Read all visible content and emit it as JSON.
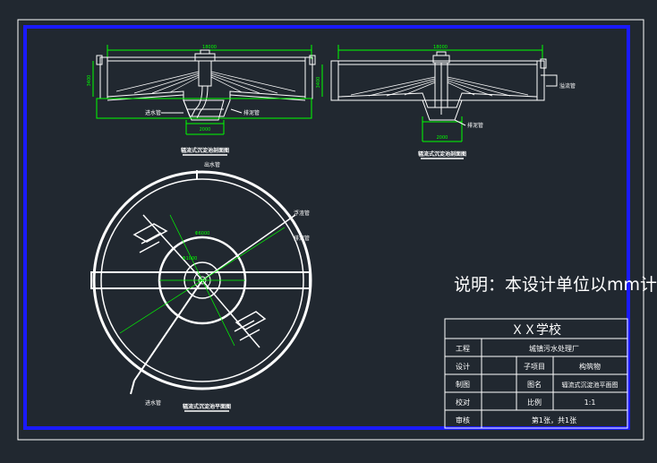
{
  "colors": {
    "background": "#212830",
    "outer_frame": "#ffffff",
    "inner_frame": "#1a1aff",
    "line": "#ffffff",
    "dimension": "#00ff00",
    "note": "#ffffff"
  },
  "note": "说明：本设计单位以mm计",
  "section_views": {
    "left_caption": "辐流式沉淀池剖面图",
    "right_caption": "辐流式沉淀池剖面图",
    "plan_caption": "辐流式沉淀池平面图"
  },
  "labels": {
    "inlet": "进水管",
    "outlet": "出水管",
    "sludge": "排泥管",
    "overflow": "溢流管",
    "scum": "浮渣管"
  },
  "dimensions": {
    "left_top": "18000",
    "left_bottom": "2000",
    "left_height": "3400",
    "right_top": "18000",
    "right_bottom": "2000",
    "right_height": "3400",
    "plan_inner": "Φ6000",
    "plan_center": "Φ1000"
  },
  "title_block": {
    "school": "ＸＸ学校",
    "rows": [
      {
        "label": "工程",
        "value": "城镇污水处理厂"
      },
      {
        "label": "设计",
        "mid_label": "子项目",
        "value": "构筑物"
      },
      {
        "label": "制图",
        "mid_label": "图名",
        "value": "辐流式沉淀池平面图"
      },
      {
        "label": "校对",
        "mid_label": "比例",
        "value": "1:1"
      },
      {
        "label": "审核",
        "value": "第1张，共1张"
      }
    ]
  }
}
